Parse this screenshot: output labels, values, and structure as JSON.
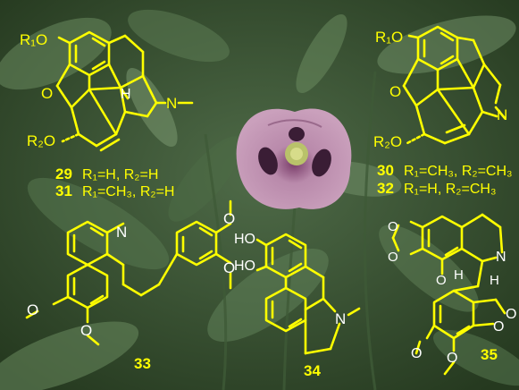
{
  "colors": {
    "structure": "#ffff00",
    "label_white": "#ffffff",
    "foliage_dark": "#2c4a2a",
    "foliage_mid": "#4e6b45",
    "flower_petal": "#b88aa8",
    "flower_center": "#3a1d35"
  },
  "compounds": {
    "c29": {
      "number": "29",
      "rgroups": "R₁=H, R₂=H"
    },
    "c31": {
      "number": "31",
      "rgroups": "R₁=CH₃, R₂=H"
    },
    "c30": {
      "number": "30",
      "rgroups": "R₁=CH₃, R₂=CH₃"
    },
    "c32": {
      "number": "32",
      "rgroups": "R₁=H, R₂=CH₃"
    },
    "c33": {
      "number": "33"
    },
    "c34": {
      "number": "34"
    },
    "c35": {
      "number": "35"
    }
  },
  "atoms": {
    "r1o": "R₁O",
    "r2o": "R₂O",
    "o": "O",
    "n": "N",
    "h": "H",
    "ho": "HO"
  }
}
